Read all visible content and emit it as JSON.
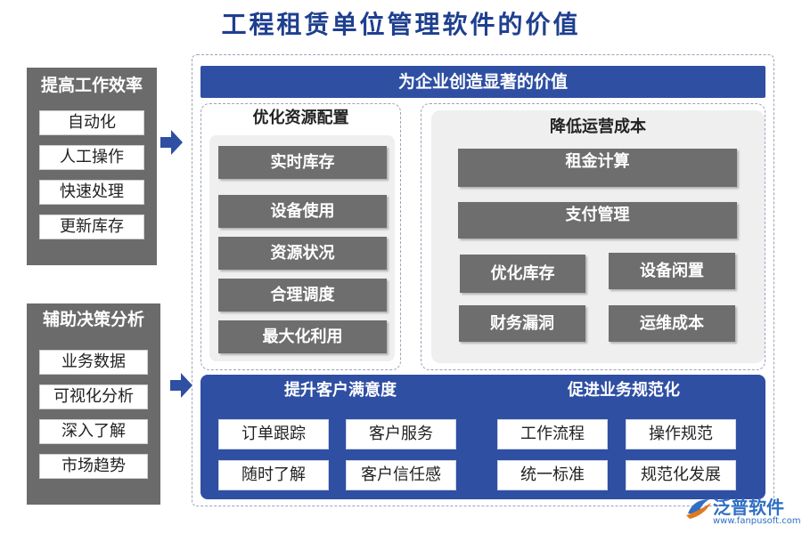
{
  "title": "工程租赁单位管理软件的价值",
  "left_groups": [
    {
      "heading": "提高工作效率",
      "items": [
        "自动化",
        "人工操作",
        "快速处理",
        "更新库存"
      ]
    },
    {
      "heading": "辅助决策分析",
      "items": [
        "业务数据",
        "可视化分析",
        "深入了解",
        "市场趋势"
      ]
    }
  ],
  "main_banner": "为企业创造显著的价值",
  "optimize": {
    "heading": "优化资源配置",
    "items": [
      "实时库存",
      "设备使用",
      "资源状况",
      "合理调度",
      "最大化利用"
    ]
  },
  "reduce": {
    "heading": "降低运营成本",
    "wide_items": [
      "租金计算",
      "支付管理"
    ],
    "grid_items": [
      "优化库存",
      "设备闲置",
      "财务漏洞",
      "运维成本"
    ]
  },
  "bottom": {
    "left_heading": "提升客户满意度",
    "left_items": [
      "订单跟踪",
      "客户服务",
      "随时了解",
      "客户信任感"
    ],
    "right_heading": "促进业务规范化",
    "right_items": [
      "工作流程",
      "操作规范",
      "统一标准",
      "规范化发展"
    ]
  },
  "logo": {
    "name": "泛普软件",
    "url": "www.fanpusoft.com"
  },
  "colors": {
    "blue": "#2f4fa3",
    "grey": "#6e6e6e",
    "title": "#1f3f8f"
  }
}
